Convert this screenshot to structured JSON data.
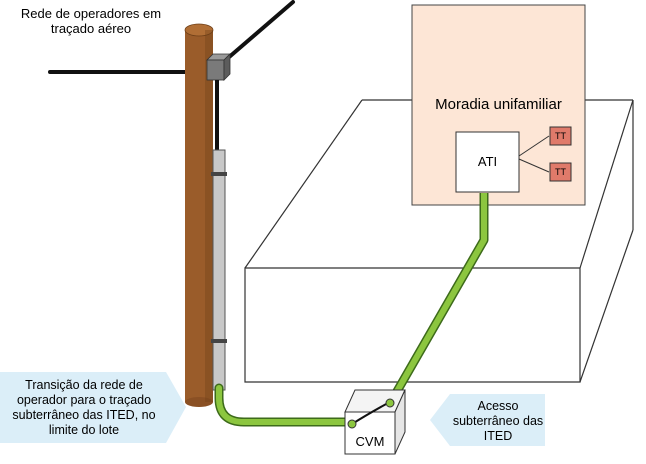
{
  "labels": {
    "aerial_network": "Rede de operadores em traçado aéreo",
    "house": "Moradia unifamiliar",
    "ati": "ATI",
    "tt_top": "TT",
    "tt_bottom": "TT",
    "cvm": "CVM",
    "transition_note": "Transição da rede de operador para o traçado subterrâneo das ITED, no limite do lote",
    "underground_access": "Acesso subterrâneo das ITED"
  },
  "colors": {
    "pole": "#9a5c2a",
    "pole_shadow": "#6e3f18",
    "conduit": "#c8c8c8",
    "green_cable": "#8cc63f",
    "house_fill": "#fde6d6",
    "tt_fill": "#e07a6a",
    "callout_fill": "#dbeef8",
    "cable_black": "#111111"
  }
}
